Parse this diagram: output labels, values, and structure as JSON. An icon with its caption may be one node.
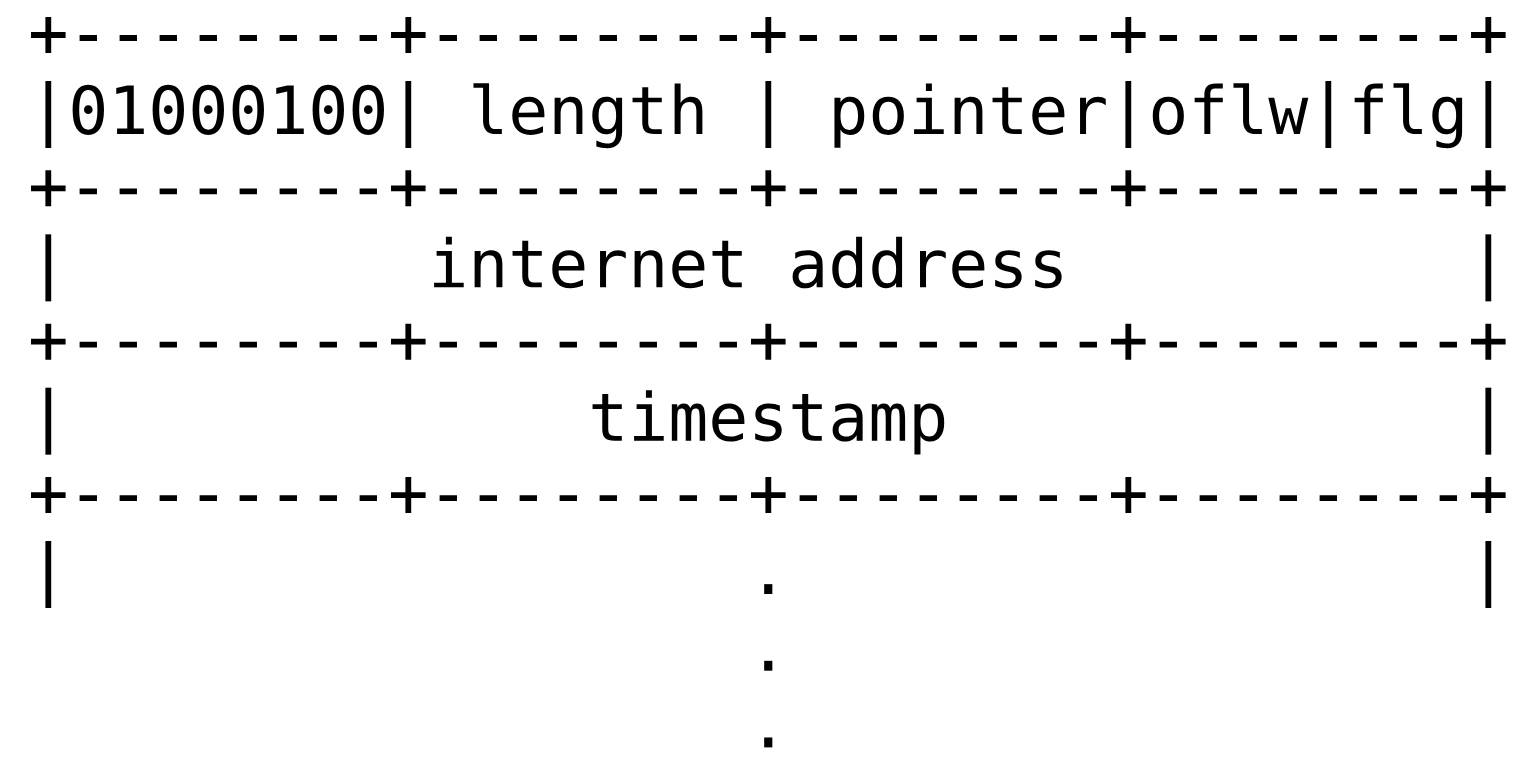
{
  "diagram": {
    "nodes": [
      {
        "text": [
          "01000100"
        ]
      },
      {
        "text": [
          "length"
        ]
      },
      {
        "text": [
          "pointer"
        ]
      },
      {
        "text": [
          "oflw"
        ]
      },
      {
        "text": [
          "flg"
        ]
      },
      {
        "text": [
          "internet address"
        ]
      },
      {
        "text": [
          "timestamp"
        ]
      }
    ],
    "labels": [
      ".",
      ".",
      "."
    ]
  }
}
